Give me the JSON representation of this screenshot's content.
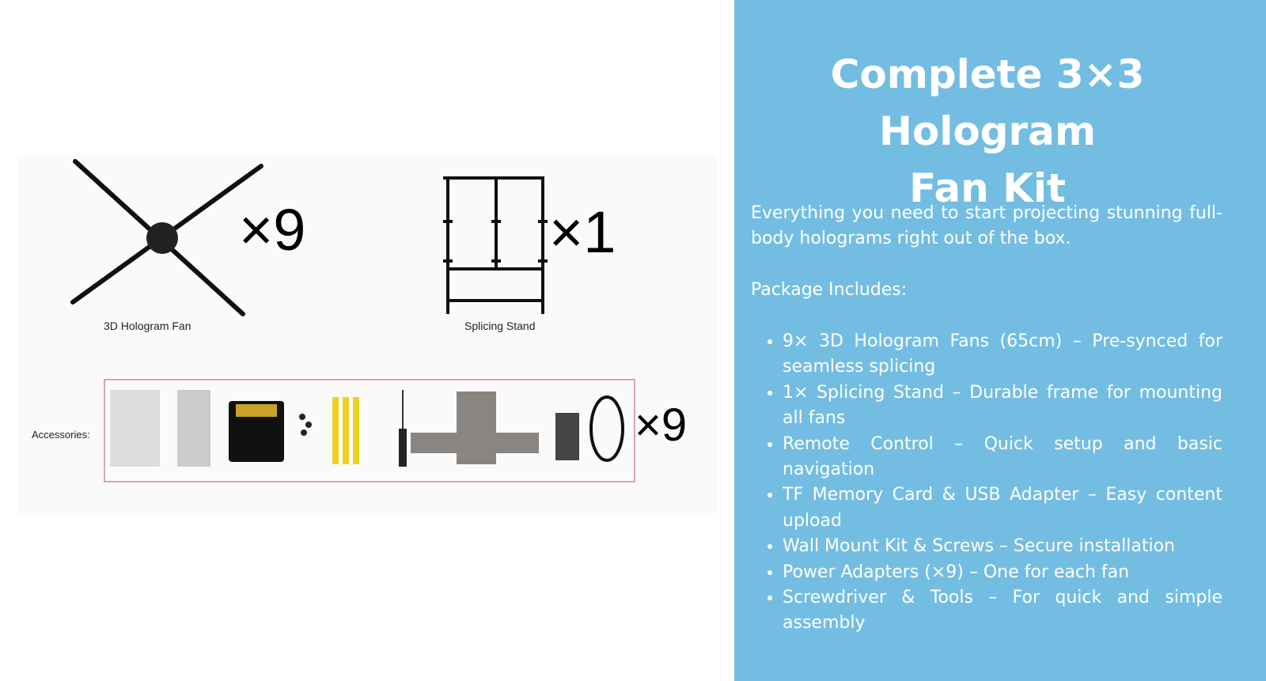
{
  "image": {
    "fan_label": "3D Hologram Fan",
    "fan_count": "×9",
    "stand_label": "Splicing Stand",
    "stand_count": "×1",
    "accessories_label": "Accessories:",
    "accessories_count": "×9"
  },
  "panel": {
    "title_line1": "Complete 3×3 Hologram",
    "title_line2": "Fan Kit",
    "intro": "Everything you need to start projecting stunning full-body holograms right out of the box.",
    "package_heading": "Package Includes:",
    "items": [
      "9× 3D Hologram Fans (65cm) – Pre-synced for seamless splicing",
      "1× Splicing Stand – Durable frame for mounting all fans",
      "Remote Control – Quick setup and basic navigation",
      "TF Memory Card & USB Adapter – Easy content upload",
      "Wall Mount Kit & Screws – Secure installation",
      "Power Adapters (×9) – One for each fan",
      "Screwdriver & Tools – For quick and simple assembly"
    ],
    "background_color": "#74bde2"
  }
}
